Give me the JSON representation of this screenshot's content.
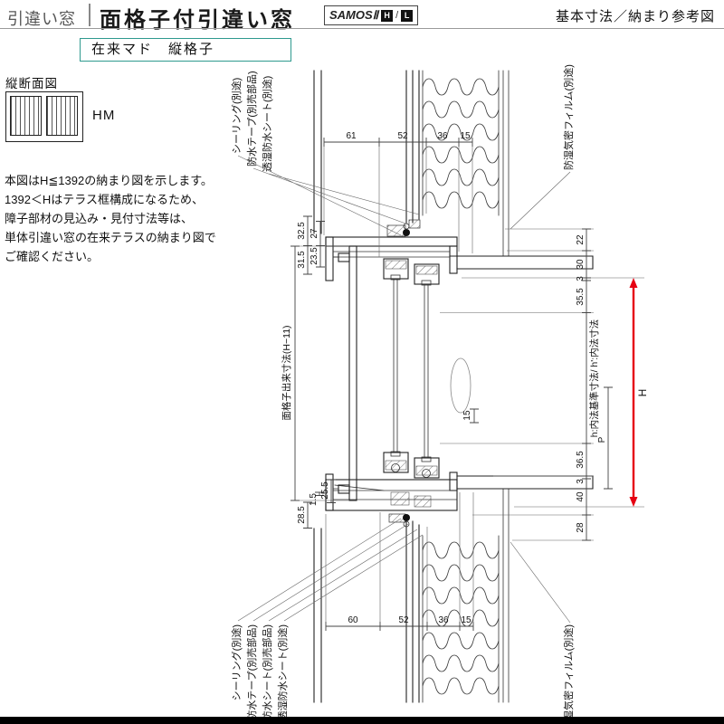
{
  "header": {
    "category": "引違い窓",
    "title": "面格子付引違い窓",
    "brand": "SAMOSⅡ",
    "brand_h": "H",
    "brand_sep": "/",
    "brand_l": "L",
    "doc_type": "基本寸法／納まり参考図"
  },
  "subheader": "在来マド　縦格子",
  "sidebar": {
    "view_label": "縦断面図",
    "icon_code": "HM",
    "note_lines": [
      "本図はH≦1392の納まり図を示します。",
      "1392＜Hはテラス框構成になるため、",
      "障子部材の見込み・見付寸法等は、",
      "単体引違い窓の在来テラスの納まり図で",
      "ご確認ください。"
    ]
  },
  "drawing": {
    "callouts": {
      "top_left": [
        "シーリング(別途)",
        "防水テープ(別売部品)",
        "透湿防水シート(別途)"
      ],
      "top_right": "防湿気密フィルム(別途)",
      "bottom_left": [
        "シーリング(別途)",
        "防水テープ(別売部品)",
        "先張防水シート(別売部品)",
        "透湿防水シート(別途)"
      ],
      "bottom_right": "防湿気密フィルム(別途)",
      "grille_dim": "面格子出来寸法(H−11)",
      "inner_dim": "h:内法基準寸法/ h':内法寸法"
    },
    "dims": {
      "top": [
        "61",
        "52",
        "36",
        "15"
      ],
      "bottom": [
        "60",
        "52",
        "36",
        "15"
      ],
      "left_upper": [
        "32.5",
        "27",
        "31.5",
        "23.5"
      ],
      "left_lower": [
        "28.5",
        "1.5",
        "25.5"
      ],
      "right": [
        "22",
        "30",
        "3",
        "35.5",
        "36.5",
        "3",
        "40",
        "28"
      ],
      "mid": "15",
      "p": "P",
      "h": "H"
    },
    "accent_red": "#e60012"
  }
}
